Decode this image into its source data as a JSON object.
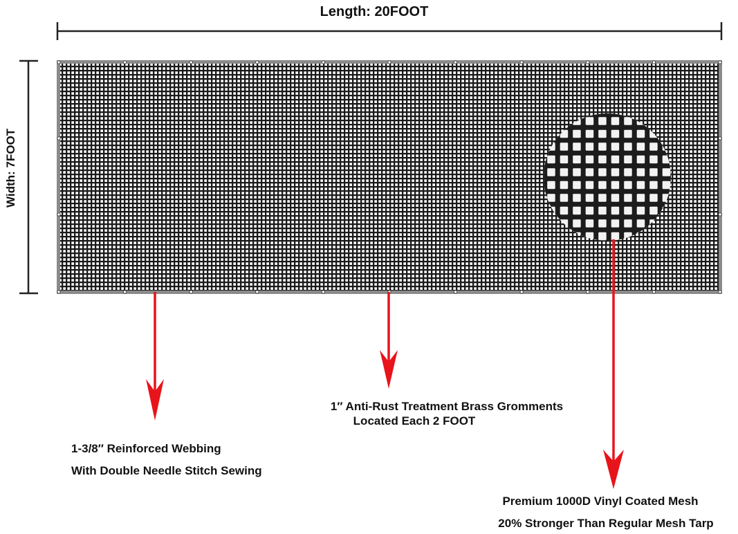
{
  "dimensions": {
    "length_label": "Length: 20FOOT",
    "width_label": "Width: 7FOOT"
  },
  "callouts": {
    "webbing": {
      "line1": "1-3/8″ Reinforced Webbing",
      "line2": "With Double Needle Stitch Sewing"
    },
    "grommets": {
      "line1": "1″ Anti-Rust Treatment Brass Gromments",
      "line2": "Located Each 2 FOOT"
    },
    "mesh": {
      "line1": "Premium 1000D Vinyl Coated Mesh",
      "line2": "20% Stronger Than Regular Mesh Tarp"
    }
  },
  "colors": {
    "arrow": "#e8141b",
    "border": "#8a8a8a",
    "mesh": "#1a1a1a",
    "dimension_line": "#222222"
  },
  "icons": {
    "callout_arrow": "arrow-down-icon"
  }
}
